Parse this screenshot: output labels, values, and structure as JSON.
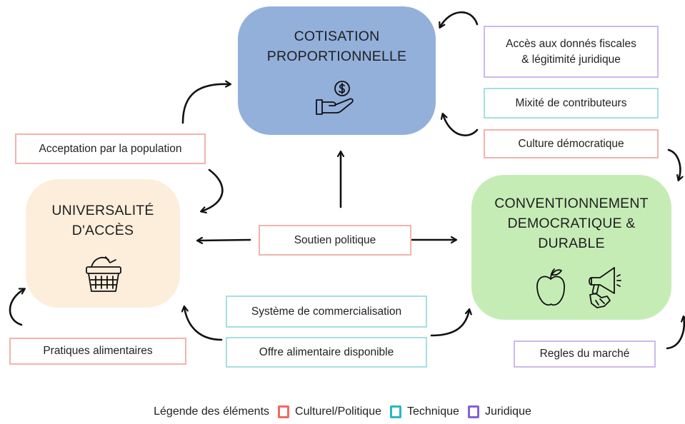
{
  "pillars": {
    "cotisation": {
      "title_lines": [
        "COTISATION",
        "PROPORTIONNELLE"
      ],
      "icon": "hand-coin-icon",
      "color": "#93b0db"
    },
    "universalite": {
      "title_lines": [
        "UNIVERSALITÉ",
        "D'ACCÈS"
      ],
      "icon": "basket-icon",
      "color": "#fdeedb"
    },
    "conventionnement": {
      "title_lines": [
        "CONVENTIONNEMENT",
        "DEMOCRATIQUE &",
        "DURABLE"
      ],
      "icons": [
        "apple-icon",
        "megaphone-icon"
      ],
      "color": "#c6ecb6"
    }
  },
  "factors": {
    "acces_donnees": {
      "lines": [
        "Accès aux donnés fiscales",
        "& légitimité juridique"
      ],
      "category": "juridique"
    },
    "mixite": {
      "text": "Mixité de contributeurs",
      "category": "technique"
    },
    "culture_democratique": {
      "text": "Culture démocratique",
      "category": "culturel"
    },
    "acceptation": {
      "text": "Acceptation par la population",
      "category": "culturel"
    },
    "soutien_politique": {
      "text": "Soutien politique",
      "category": "culturel"
    },
    "systeme_commercialisation": {
      "text": "Système de commercialisation",
      "category": "technique"
    },
    "offre_alimentaire": {
      "text": "Offre alimentaire disponible",
      "category": "technique"
    },
    "pratiques_alimentaires": {
      "text": "Pratiques alimentaires",
      "category": "culturel"
    },
    "regles_marche": {
      "text": "Regles du marché",
      "category": "juridique"
    }
  },
  "legend": {
    "title": "Légende des éléments",
    "items": [
      {
        "label": "Culturel/Politique",
        "color": "#f06a5f"
      },
      {
        "label": "Technique",
        "color": "#27b9c4"
      },
      {
        "label": "Juridique",
        "color": "#8560e0"
      }
    ]
  }
}
